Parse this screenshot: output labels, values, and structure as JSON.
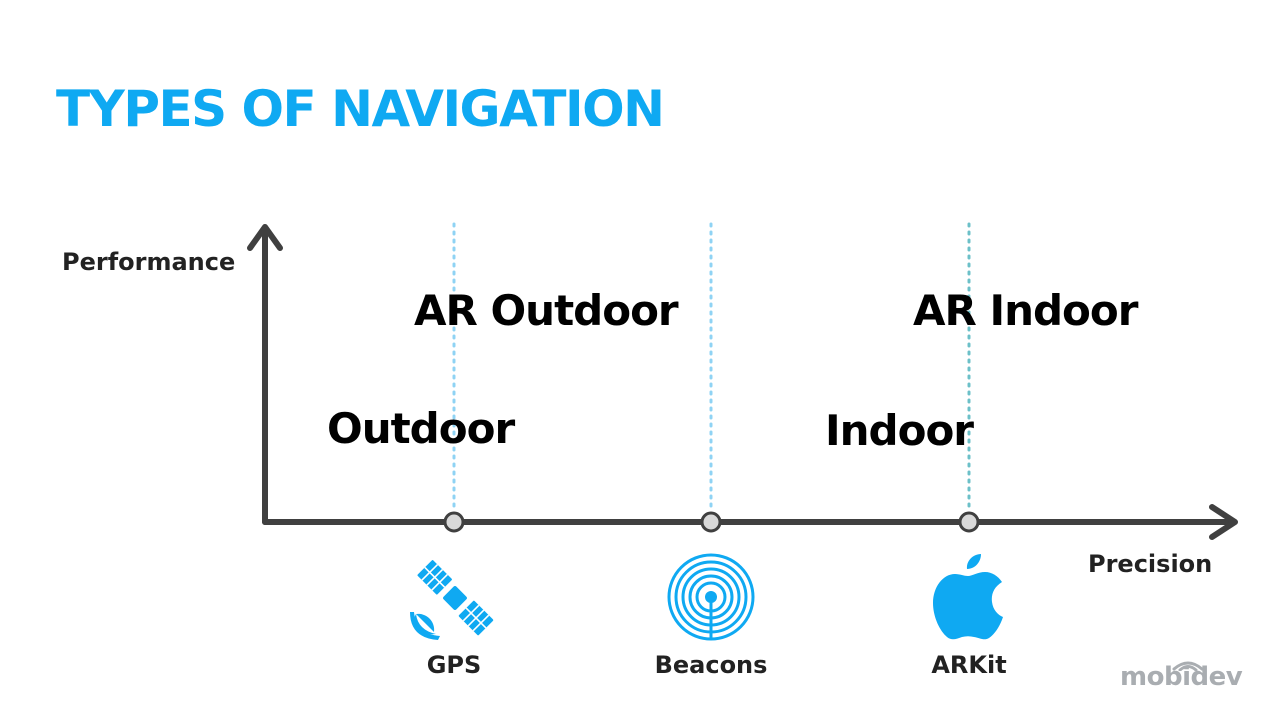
{
  "title": "TYPES OF NAVIGATION",
  "axes": {
    "y_label": "Performance",
    "x_label": "Precision"
  },
  "navigation_types": {
    "ar_outdoor": "AR Outdoor",
    "ar_indoor": "AR Indoor",
    "outdoor": "Outdoor",
    "indoor": "Indoor"
  },
  "technologies": [
    {
      "label": "GPS",
      "icon": "satellite-icon"
    },
    {
      "label": "Beacons",
      "icon": "beacon-icon"
    },
    {
      "label": "ARKit",
      "icon": "apple-icon"
    }
  ],
  "colors": {
    "title": "#0fa9f2",
    "icons": "#0fa9f2",
    "axis": "#404040",
    "guide_lines": "#8fd3f4",
    "logo": "#a9adb1"
  },
  "logo": {
    "text": "mobidev"
  }
}
